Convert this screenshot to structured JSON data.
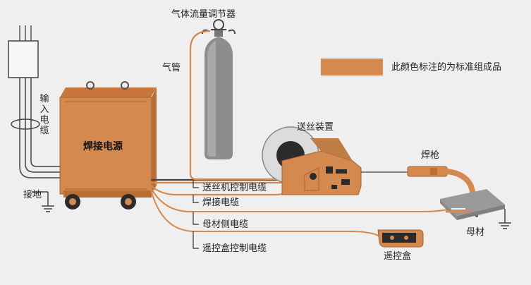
{
  "labels": {
    "gas_regulator": "气体流量调节器",
    "gas_hose": "气管",
    "input_cable": "输入电缆",
    "ground": "接地",
    "power_source": "焊接电源",
    "wire_feeder": "送丝装置",
    "torch": "焊枪",
    "feeder_control_cable": "送丝机控制电缆",
    "welding_cable": "焊接电缆",
    "work_cable": "母材侧电缆",
    "remote_control_cable": "遥控盒控制电缆",
    "remote_box": "遥控盒",
    "base_metal": "母材"
  },
  "legend": {
    "text": "此颜色标注的为标准组成品",
    "color": "#d4894f"
  },
  "colors": {
    "orange": "#d4894f",
    "orange_dark": "#b86e35",
    "background": "#efefef",
    "line": "#333333"
  }
}
